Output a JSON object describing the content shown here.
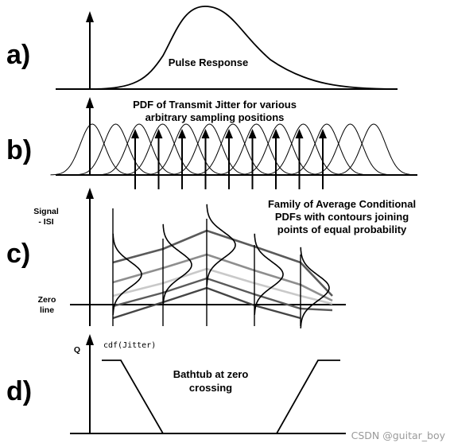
{
  "panels": {
    "a": {
      "letter": "a)",
      "label": "Pulse Response"
    },
    "b": {
      "letter": "b)",
      "title_line1": "PDF of Transmit Jitter for various",
      "title_line2": "arbitrary sampling positions"
    },
    "c": {
      "letter": "c)",
      "title_line1": "Family of Average Conditional",
      "title_line2": "PDFs with contours joining",
      "title_line3": "points of equal probability",
      "ylabel_line1": "Signal",
      "ylabel_line2": "- ISI",
      "zero_line1": "Zero",
      "zero_line2": "line"
    },
    "d": {
      "letter": "d)",
      "q_label": "Q",
      "cdf_label": "cdf(Jitter)",
      "label_line1": "Bathtub at zero",
      "label_line2": "crossing"
    }
  },
  "watermark": "CSDN @guitar_boy",
  "colors": {
    "ink": "#000000",
    "contour_dark": "#5a5a5a",
    "contour_mid": "#8e8e8e",
    "contour_light": "#c9c9c9",
    "watermark": "#9a9a9a"
  }
}
